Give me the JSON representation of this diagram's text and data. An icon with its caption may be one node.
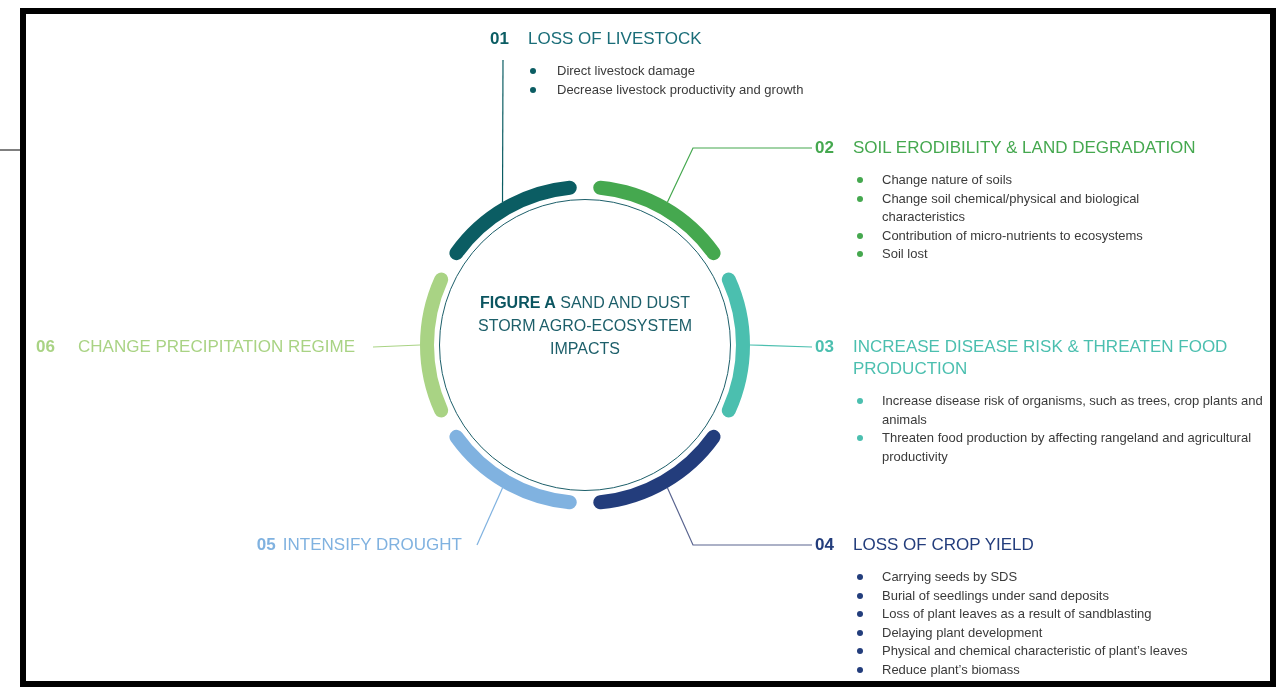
{
  "diagram": {
    "nodes": [
      {
        "text": [
          "**FIGURE A** SAND AND DUST STORM AGRO-ECOSYSTEM IMPACTS"
        ]
      },
      {
        "text": [],
        "shape": "arc"
      },
      {
        "text": [],
        "shape": "arc"
      },
      {
        "text": [],
        "shape": "arc"
      },
      {
        "text": [],
        "shape": "arc"
      },
      {
        "text": [],
        "shape": "arc"
      },
      {
        "text": [],
        "shape": "arc"
      },
      {
        "text": [
          "01",
          "LOSS OF LIVESTOCK",
          "Direct livestock damage",
          "Decrease livestock productivity and growth"
        ]
      },
      {
        "text": [
          "02",
          "SOIL ERODIBILITY & LAND DEGRADATION",
          "Change nature of soils",
          "Change soil chemical/physical and biological characteristics",
          "Contribution of micro-nutrients to ecosystems",
          "Soil lost"
        ]
      },
      {
        "text": [
          "03",
          "INCREASE DISEASE RISK & THREATEN FOOD PRODUCTION",
          "Increase disease risk of organisms, such as trees, crop plants and animals",
          "Threaten food production by affecting rangeland and agricultural productivity"
        ]
      },
      {
        "text": [
          "04",
          "LOSS OF CROP YIELD",
          "Carrying seeds by SDS",
          "Burial of seedlings under sand deposits",
          "Loss of plant leaves as a result of sandblasting",
          "Delaying plant development",
          "Physical and chemical characteristic of plant’s leaves",
          "Reduce plant’s biomass"
        ]
      },
      {
        "text": [
          "05",
          "INTENSIFY DROUGHT"
        ]
      },
      {
        "text": [
          "06",
          "CHANGE PRECIPITATION REGIME"
        ]
      }
    ],
    "edges": [
      {
        "from": 7,
        "to": 1,
        "arrow": "none",
        "color": "#0b5d63"
      },
      {
        "from": 8,
        "to": 2,
        "arrow": "none",
        "color": "#45a84f"
      },
      {
        "from": 9,
        "to": 3,
        "arrow": "none",
        "color": "#4bbfaf"
      },
      {
        "from": 10,
        "to": 4,
        "arrow": "none",
        "color": "#5a6590"
      },
      {
        "from": 11,
        "to": 5,
        "arrow": "none",
        "color": "#80b2e0"
      },
      {
        "from": 12,
        "to": 6,
        "arrow": "none",
        "color": "#a9d384"
      }
    ]
  }
}
